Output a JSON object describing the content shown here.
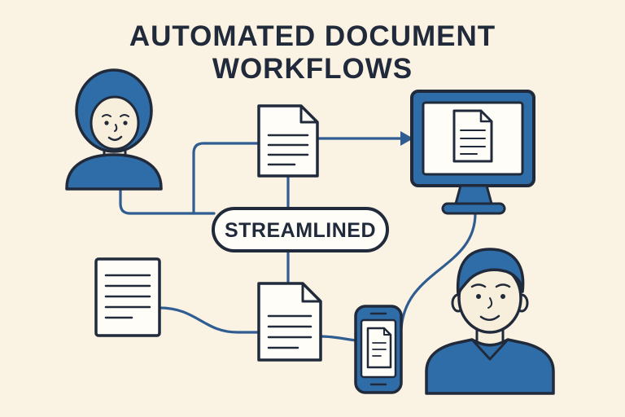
{
  "title": {
    "line1": "AUTOMATED DOCUMENT",
    "line2": "WORKFLOWS"
  },
  "badge": {
    "label": "STREAMLINED"
  },
  "palette": {
    "background": "#faf2e2",
    "outline": "#202a3a",
    "blue": "#2f6da8",
    "skin": "#f7eedb",
    "connector": "#2f5d92",
    "paper": "#fefdf8"
  },
  "icons": [
    "document-icon-top",
    "document-icon-bottom-left",
    "document-icon-bottom-center",
    "monitor-icon",
    "smartphone-icon"
  ],
  "figures": [
    "woman-avatar",
    "man-avatar"
  ]
}
